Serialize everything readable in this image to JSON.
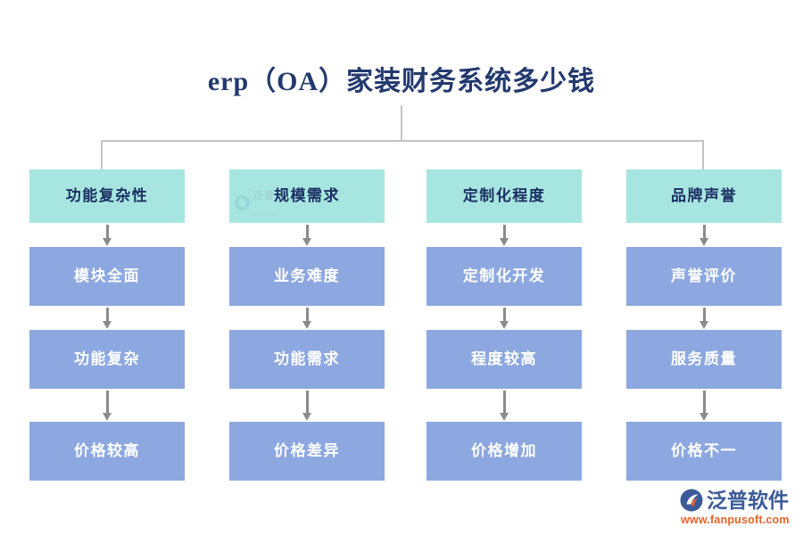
{
  "page": {
    "title": "erp（OA）家装财务系统多少钱",
    "background_color": "#ffffff"
  },
  "colors": {
    "title_text": "#23396e",
    "header_box": "#a7e6e0",
    "header_text": "#1b2f63",
    "step_box": "#8da8e0",
    "step_text": "#ffffff",
    "connector": "#c3c3c3",
    "arrow": "#8b8b8b",
    "brand_name": "#3b5a9a",
    "brand_url": "#e8622a"
  },
  "diagram": {
    "type": "tree-flowchart",
    "columns": [
      {
        "header": "功能复杂性",
        "steps": [
          "模块全面",
          "功能复杂",
          "价格较高"
        ]
      },
      {
        "header": "规模需求",
        "steps": [
          "业务难度",
          "功能需求",
          "价格差异"
        ]
      },
      {
        "header": "定制化程度",
        "steps": [
          "定制化开发",
          "程度较高",
          "价格增加"
        ]
      },
      {
        "header": "品牌声誉",
        "steps": [
          "声誉评价",
          "服务质量",
          "价格不一"
        ]
      }
    ]
  },
  "watermark": {
    "text": "泛普",
    "subtext": "FANPU SOFT"
  },
  "brand": {
    "name": "泛普软件",
    "url": "www.fanpusoft.com"
  }
}
